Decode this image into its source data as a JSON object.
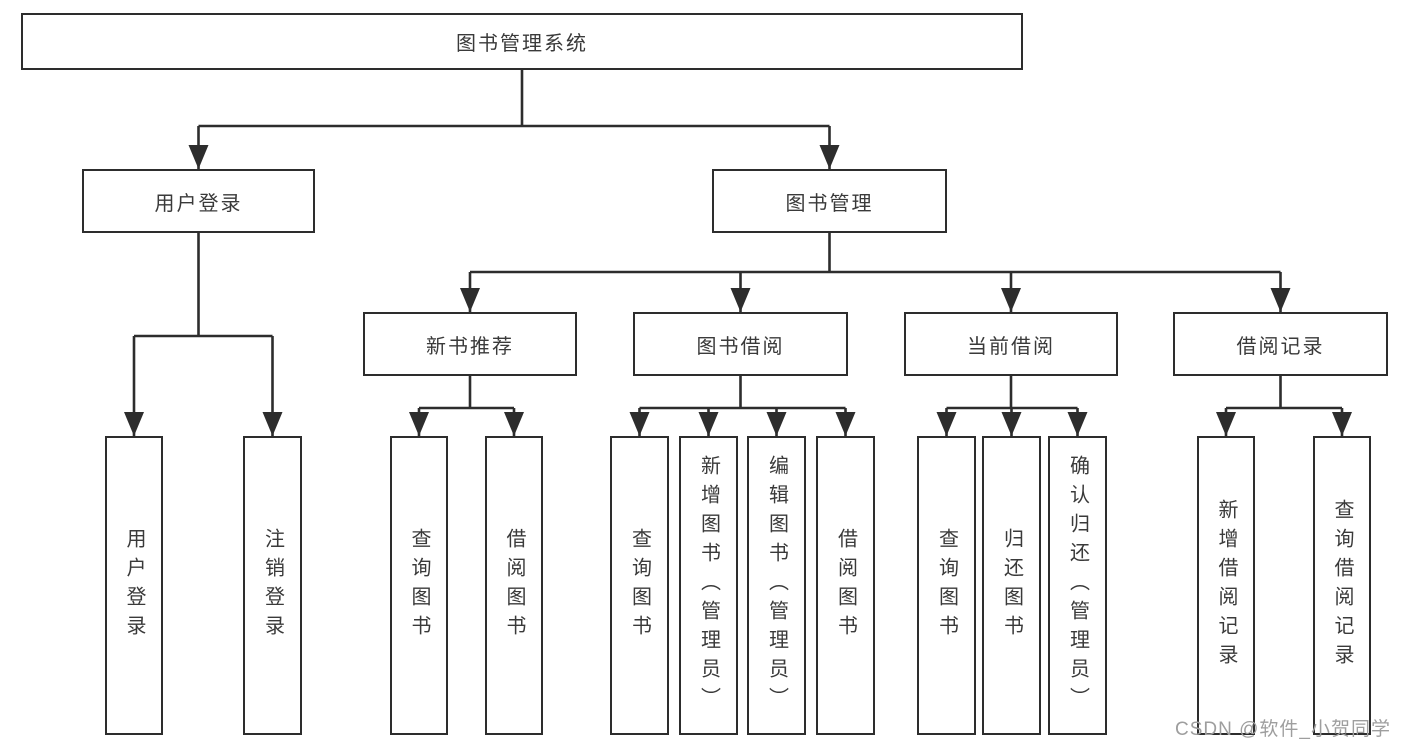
{
  "diagram": {
    "type": "hierarchy-tree",
    "orientation": "top-down",
    "colors": {
      "background": "#ffffff",
      "line": "#2d2d2d",
      "box_border": "#2d2d2d",
      "text": "#3a3a3a",
      "watermark": "#9e9e9e"
    },
    "tree": {
      "root": {
        "label": "图书管理系统",
        "children": [
          {
            "label": "用户登录",
            "children": [
              {
                "label": "用户登录"
              },
              {
                "label": "注销登录"
              }
            ]
          },
          {
            "label": "图书管理",
            "children": [
              {
                "label": "新书推荐",
                "children": [
                  {
                    "label": "查询图书"
                  },
                  {
                    "label": "借阅图书"
                  }
                ]
              },
              {
                "label": "图书借阅",
                "children": [
                  {
                    "label": "查询图书"
                  },
                  {
                    "label": "新增图书（管理员）"
                  },
                  {
                    "label": "编辑图书（管理员）"
                  },
                  {
                    "label": "借阅图书"
                  }
                ]
              },
              {
                "label": "当前借阅",
                "children": [
                  {
                    "label": "查询图书"
                  },
                  {
                    "label": "归还图书"
                  },
                  {
                    "label": "确认归还（管理员）"
                  }
                ]
              },
              {
                "label": "借阅记录",
                "children": [
                  {
                    "label": "新增借阅记录"
                  },
                  {
                    "label": "查询借阅记录"
                  }
                ]
              }
            ]
          }
        ]
      }
    }
  },
  "watermark": {
    "text": "CSDN @软件_小贺同学"
  }
}
